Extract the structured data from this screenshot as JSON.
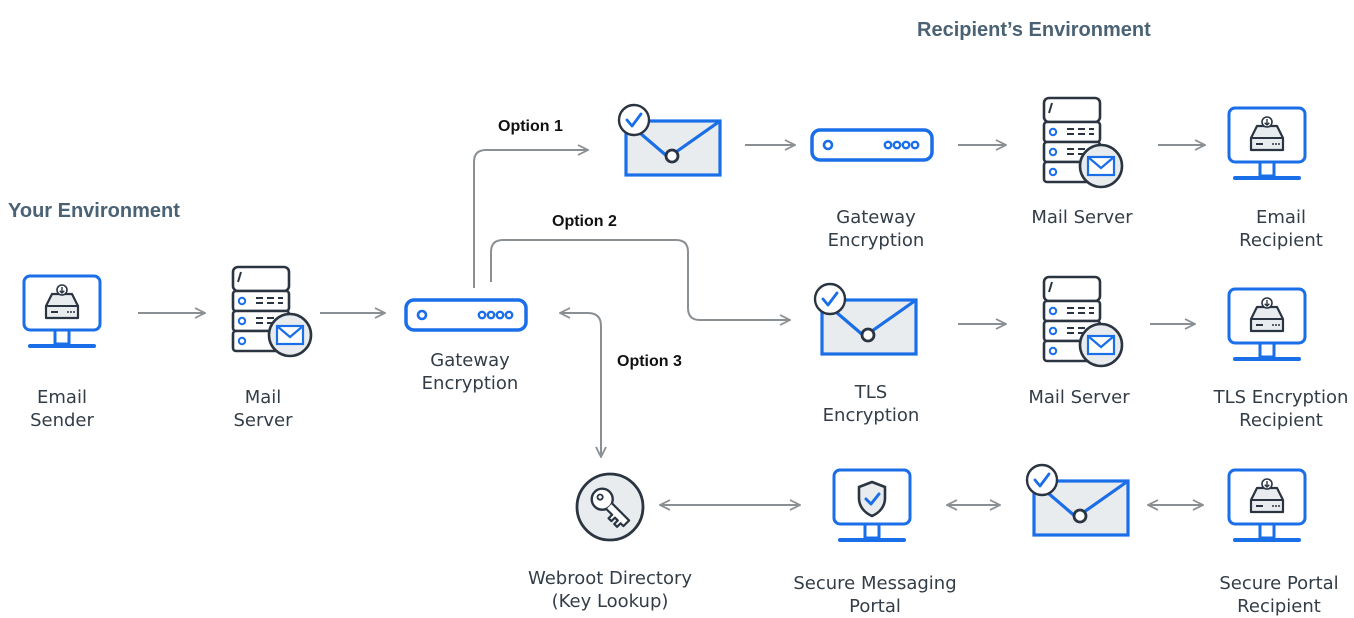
{
  "environments": {
    "yours": "Your Environment",
    "recipients": "Recipient’s Environment"
  },
  "options": {
    "option1": "Option 1",
    "option2": "Option 2",
    "option3": "Option 3"
  },
  "nodes": {
    "email_sender": [
      "Email",
      "Sender"
    ],
    "mail_server_sender": [
      "Mail",
      "Server"
    ],
    "gateway_sender": [
      "Gateway",
      "Encryption"
    ],
    "gateway_recipient": [
      "Gateway",
      "Encryption"
    ],
    "mail_server_top": [
      "Mail Server"
    ],
    "email_recipient": [
      "Email",
      "Recipient"
    ],
    "tls_encryption": [
      "TLS",
      "Encryption"
    ],
    "mail_server_mid": [
      "Mail Server"
    ],
    "tls_recipient": [
      "TLS Encryption",
      "Recipient"
    ],
    "webroot_directory": [
      "Webroot Directory",
      "(Key Lookup)"
    ],
    "secure_portal": [
      "Secure Messaging",
      "Portal"
    ],
    "portal_recipient": [
      "Secure Portal",
      "Recipient"
    ]
  },
  "colors": {
    "accent_blue": "#1a6ee8",
    "dark_outline": "#2b3542",
    "fill_light": "#e9ecef",
    "arrow_gray": "#8a8f94",
    "title_slate": "#4a6274"
  }
}
